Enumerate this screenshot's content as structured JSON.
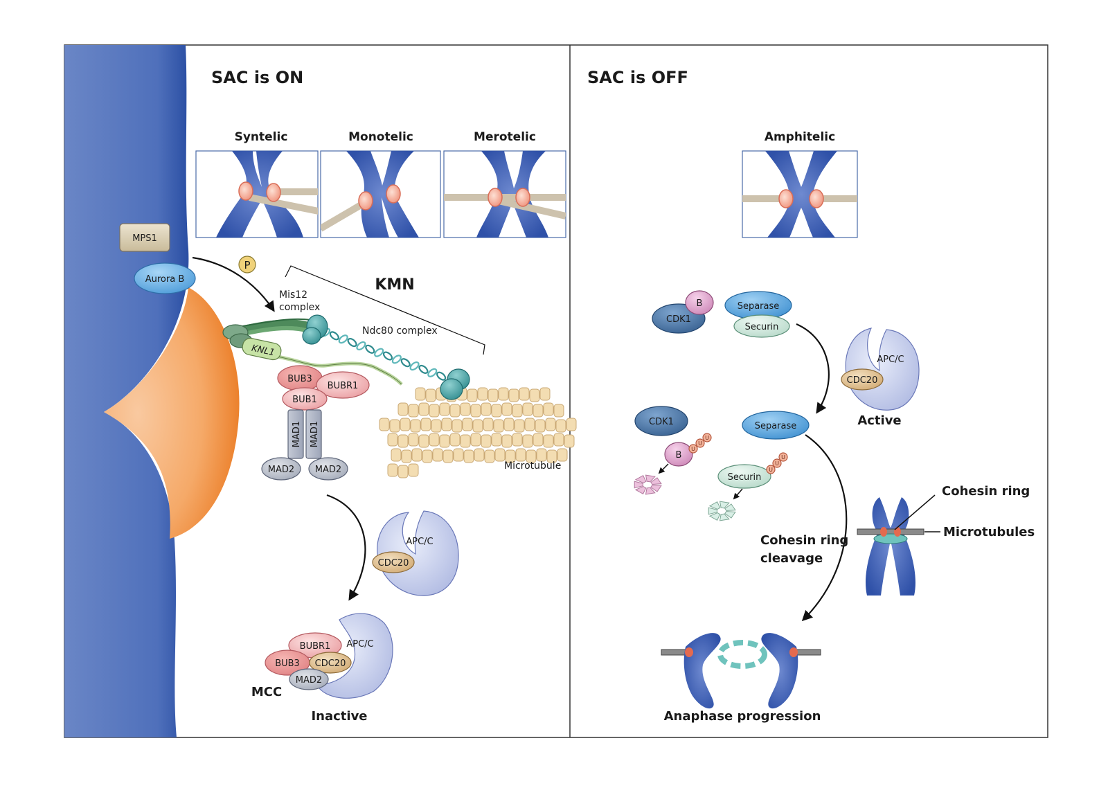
{
  "panels": {
    "left_title": "SAC is ON",
    "right_title": "SAC is OFF"
  },
  "attachments": {
    "syntelic": "Syntelic",
    "monotelic": "Monotelic",
    "merotelic": "Merotelic",
    "amphitelic": "Amphitelic"
  },
  "left": {
    "mps1": "MPS1",
    "aurora_b": "Aurora B",
    "phospho": "P",
    "kmn": "KMN",
    "mis12_line1": "Mis12",
    "mis12_line2": "complex",
    "ndc80": "Ndc80 complex",
    "knl1": "KNL1",
    "bub3": "BUB3",
    "bubr1": "BUBR1",
    "bub1": "BUB1",
    "mad1": "MAD1",
    "mad2": "MAD2",
    "microtubule": "Microtubule",
    "apcc": "APC/C",
    "cdc20": "CDC20",
    "mcc": "MCC",
    "inactive": "Inactive"
  },
  "right": {
    "cdk1": "CDK1",
    "cyclin_b": "B",
    "separase": "Separase",
    "securin": "Securin",
    "apcc": "APC/C",
    "cdc20": "CDC20",
    "active": "Active",
    "ubiquitin": "U",
    "cohesin_ring": "Cohesin ring",
    "microtubules": "Microtubules",
    "cleavage_line1": "Cohesin ring",
    "cleavage_line2": "cleavage",
    "anaphase": "Anaphase progression"
  },
  "colors": {
    "chromosome_blue": "#3a5fae",
    "kinetochore_orange": "#f08a3c",
    "kinetochore_pink": "#f2a493",
    "microtubule_tan": "#f3ddb2",
    "bub_pink": "#f3a5a5",
    "mad_gray": "#b8bdc9",
    "apc_lavender": "#c9d0ec",
    "cdc20_tan": "#e6c79a",
    "separase_blue": "#5fa6dc",
    "securin_green": "#cfe7dc",
    "cdk1_blue": "#4d79a8",
    "cyclin_pink": "#de9ec8",
    "teal": "#4aa3a6",
    "mps1_tan": "#d8cdb4"
  }
}
